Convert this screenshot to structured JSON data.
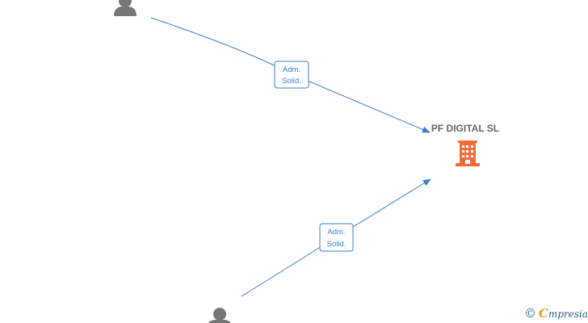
{
  "company": {
    "name": "PF DIGITAL  SL",
    "icon": "building-icon",
    "color": "#f26c3a"
  },
  "persons": [
    {
      "icon": "person-icon",
      "color": "#777777"
    },
    {
      "icon": "person-icon",
      "color": "#777777"
    }
  ],
  "edges": [
    {
      "label_line1": "Adm.",
      "label_line2": "Solid.",
      "color": "#3a7fd0"
    },
    {
      "label_line1": "Adm.",
      "label_line2": "Solid.",
      "color": "#3a7fd0"
    }
  ],
  "watermark": {
    "copyright": "©",
    "first_letter": "C",
    "rest": "mpresia"
  }
}
